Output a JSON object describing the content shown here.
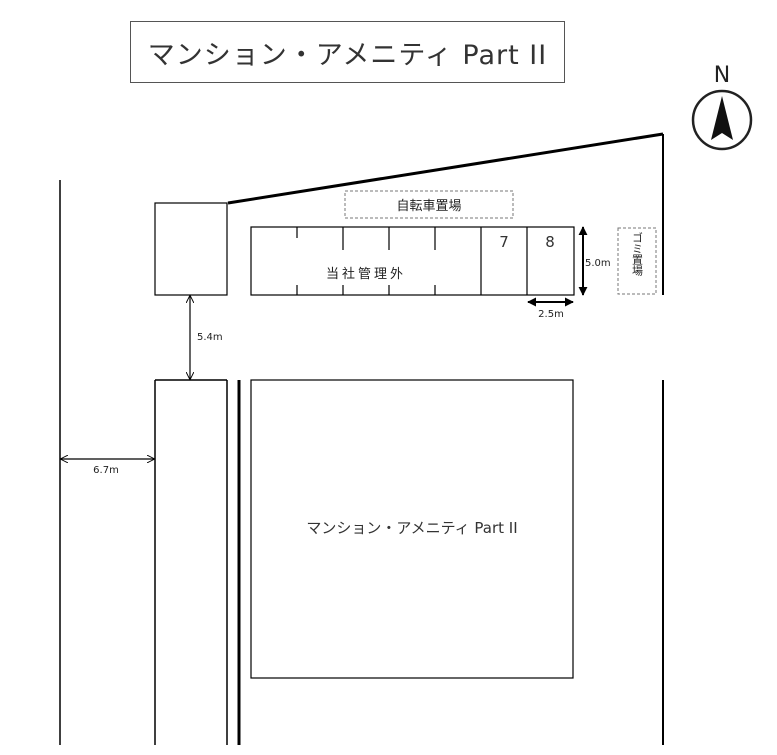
{
  "title": "マンション・アメニティ Part II",
  "compass": {
    "label": "N"
  },
  "bicycle_parking": "自転車置場",
  "garbage_area": "ゴミ置場",
  "parking": {
    "unmanaged_label": "当社管理外",
    "space_numbers": [
      "7",
      "8"
    ]
  },
  "building_label": "マンション・アメニティ Part II",
  "dimensions": {
    "space_depth": "5.0m",
    "space_width": "2.5m",
    "driveway_gap": "5.4m",
    "road_width": "6.7m"
  }
}
